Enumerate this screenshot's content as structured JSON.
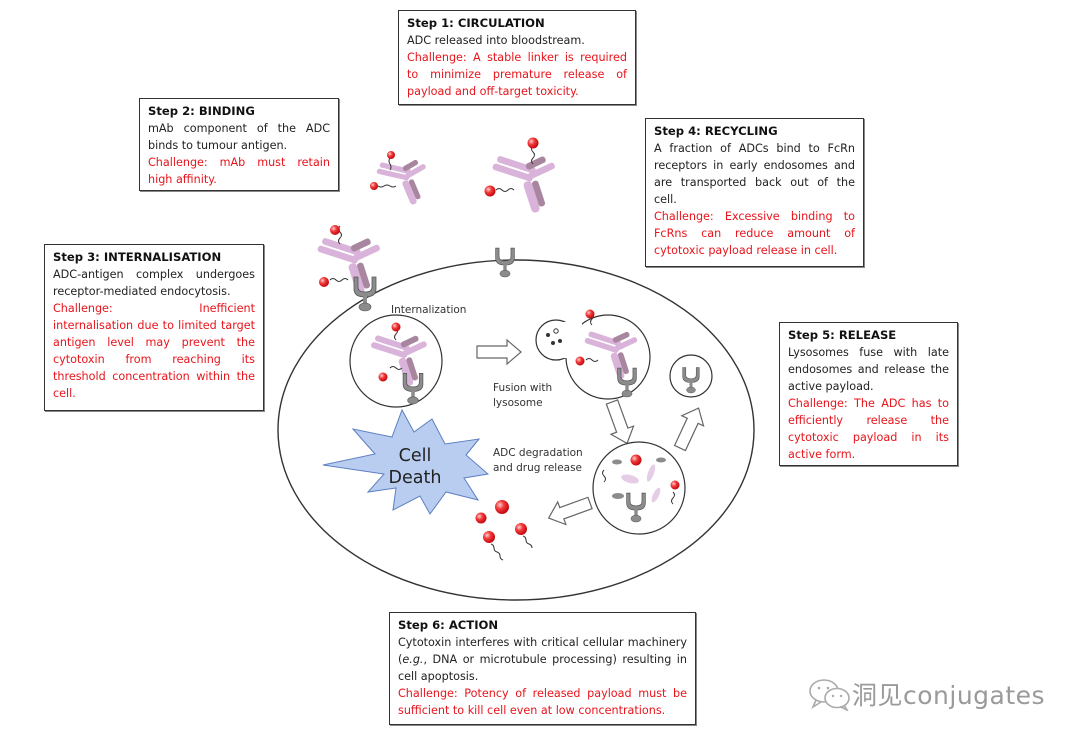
{
  "figure": {
    "title": "ADC mechanism of action",
    "steps": [
      {
        "title": "Step 1: CIRCULATION",
        "description": "ADC released into bloodstream.",
        "challenge": "Challenge: A stable linker is required to minimize premature release of payload and off-target toxicity."
      },
      {
        "title": "Step 2: BINDING",
        "description": "mAb component of the ADC binds to tumour antigen.",
        "challenge": "Challenge: mAb must retain high affinity."
      },
      {
        "title": "Step 3: INTERNALISATION",
        "description": "ADC-antigen complex undergoes receptor-mediated endocytosis.",
        "challenge": "Challenge: Inefficient internalisation due to limited target antigen level may prevent the cytotoxin from reaching its threshold concentration within the cell."
      },
      {
        "title": "Step 4: RECYCLING",
        "description": "A fraction of ADCs bind to FcRn receptors in early endosomes and are transported back out of the cell.",
        "challenge": "Challenge: Excessive binding to FcRns can reduce amount of cytotoxic payload release in cell."
      },
      {
        "title": "Step 5: RELEASE",
        "description": "Lysosomes fuse with late endosomes and release the active payload.",
        "challenge": "Challenge: The ADC has to efficiently release the cytotoxic payload in its active form."
      },
      {
        "title": "Step 6: ACTION",
        "description_pre": "Cytotoxin interferes with critical cellular machinery (",
        "description_em": "e.g.",
        "description_post": ", DNA or microtubule processing) resulting in cell apoptosis.",
        "challenge": "Challenge: Potency of released payload must be sufficient to kill cell even at low concentrations."
      }
    ],
    "labels": {
      "internalization": "Internalization",
      "fusion": "Fusion with lysosome",
      "degradation": "ADC degradation and drug release",
      "cell_death": [
        "Cell",
        "Death"
      ]
    },
    "colors": {
      "antibody": "#d9b3d9",
      "antibody_dark": "#a9869f",
      "payload": "#e8141b",
      "receptor": "#8c8c8c",
      "burst": "#b8cdf0",
      "challenge_text": "#e8141b"
    }
  },
  "watermark": {
    "icon": "wechat-icon",
    "text": "洞见conjugates"
  }
}
